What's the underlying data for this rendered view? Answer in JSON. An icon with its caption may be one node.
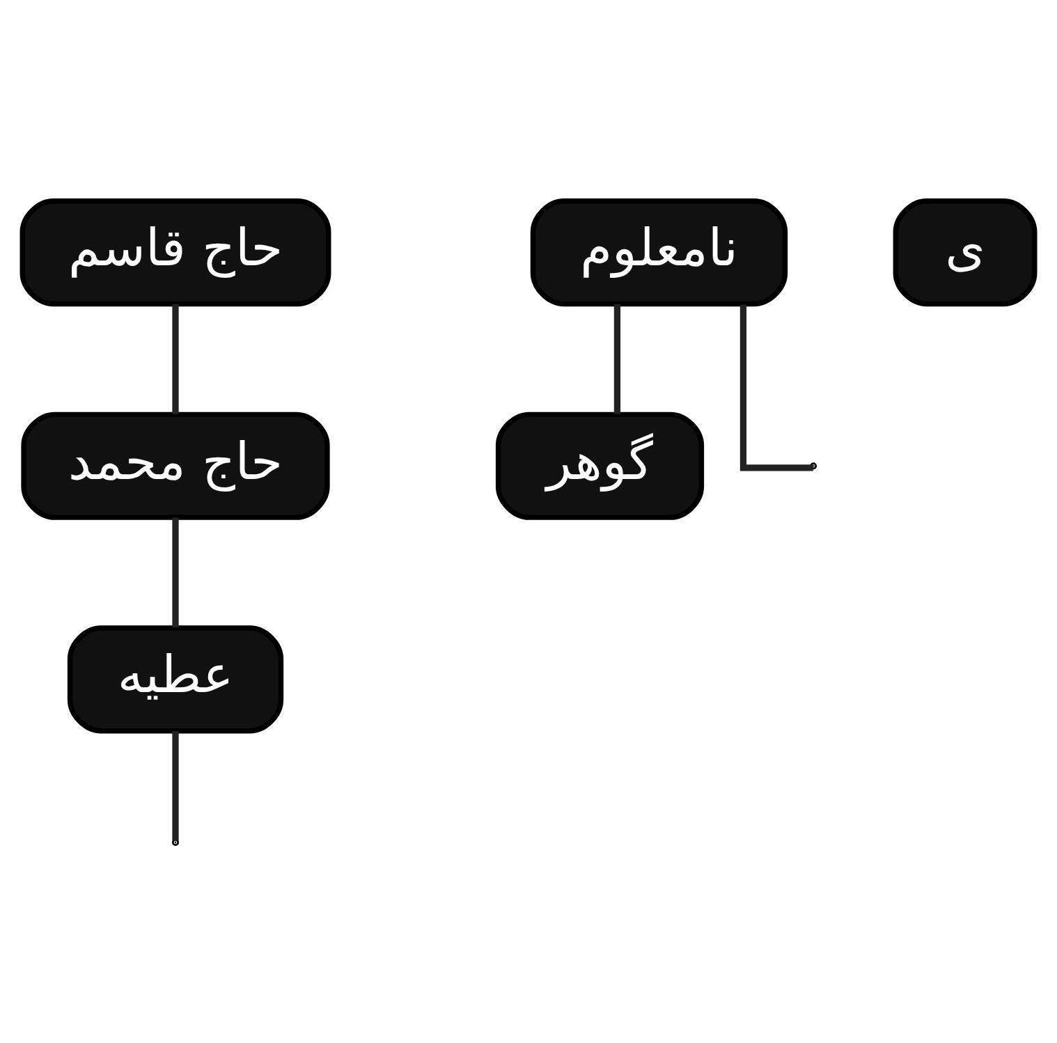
{
  "diagram": {
    "nodes": [
      {
        "text": [
          "حاج قاسم"
        ]
      },
      {
        "text": [
          "حاج محمد"
        ]
      },
      {
        "text": [
          "عطیه"
        ]
      },
      {
        "text": [
          "نامعلوم"
        ]
      },
      {
        "text": [
          "گوهر"
        ]
      },
      {
        "text": [
          "ی"
        ]
      }
    ],
    "edges": [
      {
        "from": 0,
        "to": 1,
        "arrow": "none"
      },
      {
        "from": 1,
        "to": 2,
        "arrow": "none"
      },
      {
        "from": 2,
        "to": null,
        "arrow": "none"
      },
      {
        "from": 3,
        "to": null,
        "arrow": "none"
      },
      {
        "from": 3,
        "to": 4,
        "arrow": "none"
      }
    ]
  }
}
